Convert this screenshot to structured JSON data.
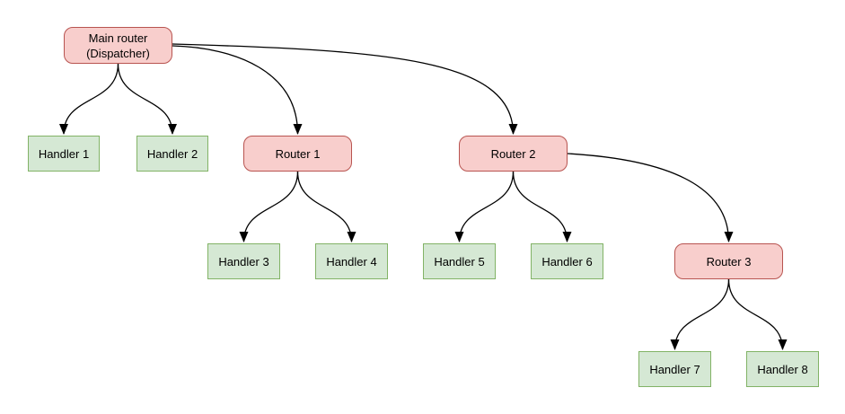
{
  "nodes": {
    "main_router": {
      "line1": "Main router",
      "line2": "(Dispatcher)",
      "type": "router"
    },
    "handler_1": {
      "label": "Handler 1",
      "type": "handler"
    },
    "handler_2": {
      "label": "Handler 2",
      "type": "handler"
    },
    "router_1": {
      "label": "Router 1",
      "type": "router"
    },
    "router_2": {
      "label": "Router 2",
      "type": "router"
    },
    "handler_3": {
      "label": "Handler 3",
      "type": "handler"
    },
    "handler_4": {
      "label": "Handler 4",
      "type": "handler"
    },
    "handler_5": {
      "label": "Handler 5",
      "type": "handler"
    },
    "handler_6": {
      "label": "Handler 6",
      "type": "handler"
    },
    "router_3": {
      "label": "Router 3",
      "type": "router"
    },
    "handler_7": {
      "label": "Handler 7",
      "type": "handler"
    },
    "handler_8": {
      "label": "Handler 8",
      "type": "handler"
    }
  },
  "edges": [
    {
      "from": "main_router",
      "to": "handler_1"
    },
    {
      "from": "main_router",
      "to": "handler_2"
    },
    {
      "from": "main_router",
      "to": "router_1"
    },
    {
      "from": "main_router",
      "to": "router_2"
    },
    {
      "from": "router_1",
      "to": "handler_3"
    },
    {
      "from": "router_1",
      "to": "handler_4"
    },
    {
      "from": "router_2",
      "to": "handler_5"
    },
    {
      "from": "router_2",
      "to": "handler_6"
    },
    {
      "from": "router_2",
      "to": "router_3"
    },
    {
      "from": "router_3",
      "to": "handler_7"
    },
    {
      "from": "router_3",
      "to": "handler_8"
    }
  ],
  "colors": {
    "router_fill": "#f8cecc",
    "router_border": "#b85450",
    "handler_fill": "#d5e8d4",
    "handler_border": "#82b366",
    "edge": "#000000",
    "text": "#000000",
    "background": "#ffffff"
  }
}
